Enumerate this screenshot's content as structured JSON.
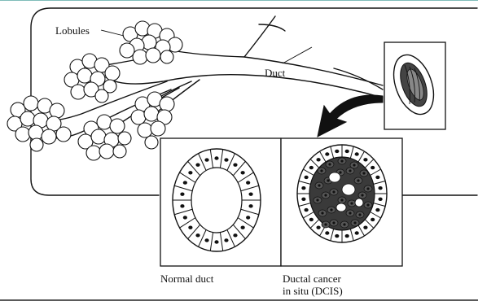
{
  "labels": {
    "lobules": "Lobules",
    "duct": "Duct",
    "normal_duct": "Normal duct",
    "dcis_line1": "Ductal cancer",
    "dcis_line2": "in situ (DCIS)"
  },
  "colors": {
    "line": "#111111",
    "paper": "#ffffff",
    "dark_fill": "#3a3a3a",
    "frame_accent": "#5aa6a3"
  }
}
